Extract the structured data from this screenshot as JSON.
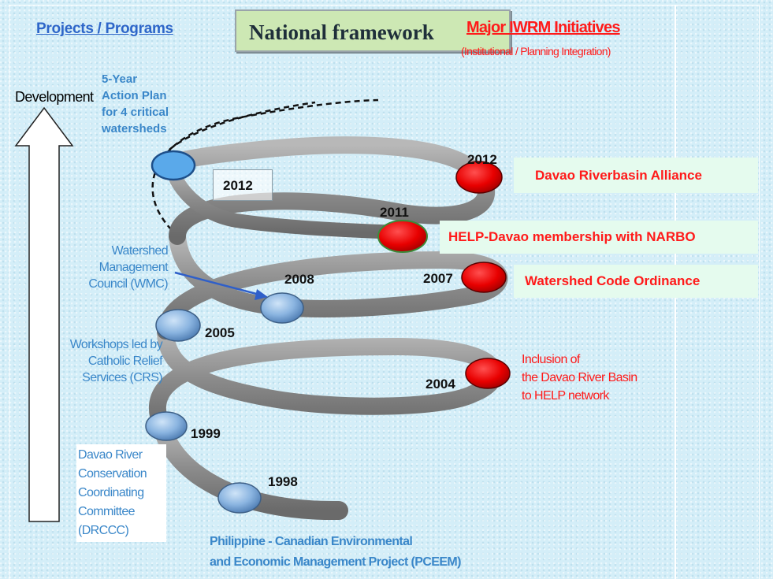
{
  "header": {
    "left_heading": "Projects / Programs",
    "center_title": "National framework",
    "right_heading": "Major IWRM Initiatives",
    "right_subheading": "(Institutional / Planning Integration)"
  },
  "axis": {
    "development_label": "Development"
  },
  "projects": {
    "action_plan": [
      "5-Year",
      "Action Plan",
      "for 4 critical",
      "watersheds"
    ],
    "wmc": [
      "Watershed",
      "Management",
      "Council (WMC)"
    ],
    "crs": [
      "Workshops led by",
      "Catholic Relief",
      "Services (CRS)"
    ],
    "drccc": [
      "Davao River",
      "Conservation",
      "Coordinating",
      "Committee",
      "(DRCCC)"
    ],
    "pceem": [
      "Philippine - Canadian Environmental",
      "and Economic Management Project (PCEEM)"
    ]
  },
  "years": {
    "y1998": "1998",
    "y1999": "1999",
    "y2004": "2004",
    "y2005": "2005",
    "y2007": "2007",
    "y2008": "2008",
    "y2011": "2011",
    "y2012_right": "2012",
    "y2012_box": "2012"
  },
  "initiatives": {
    "dra": "Davao Riverbasin Alliance",
    "narbo": "HELP-Davao membership with NARBO",
    "code": "Watershed Code Ordinance",
    "inclusion": [
      "Inclusion of",
      "the Davao River Basin",
      "to HELP network"
    ]
  },
  "colors": {
    "background": "#d4eef8",
    "project_text": "#3a87c9",
    "initiative_red": "#ff1a1a",
    "panel_bg": "#e5fbee",
    "title_bg": "#cde8b4",
    "spiral_gray": "#8e8e8e"
  }
}
